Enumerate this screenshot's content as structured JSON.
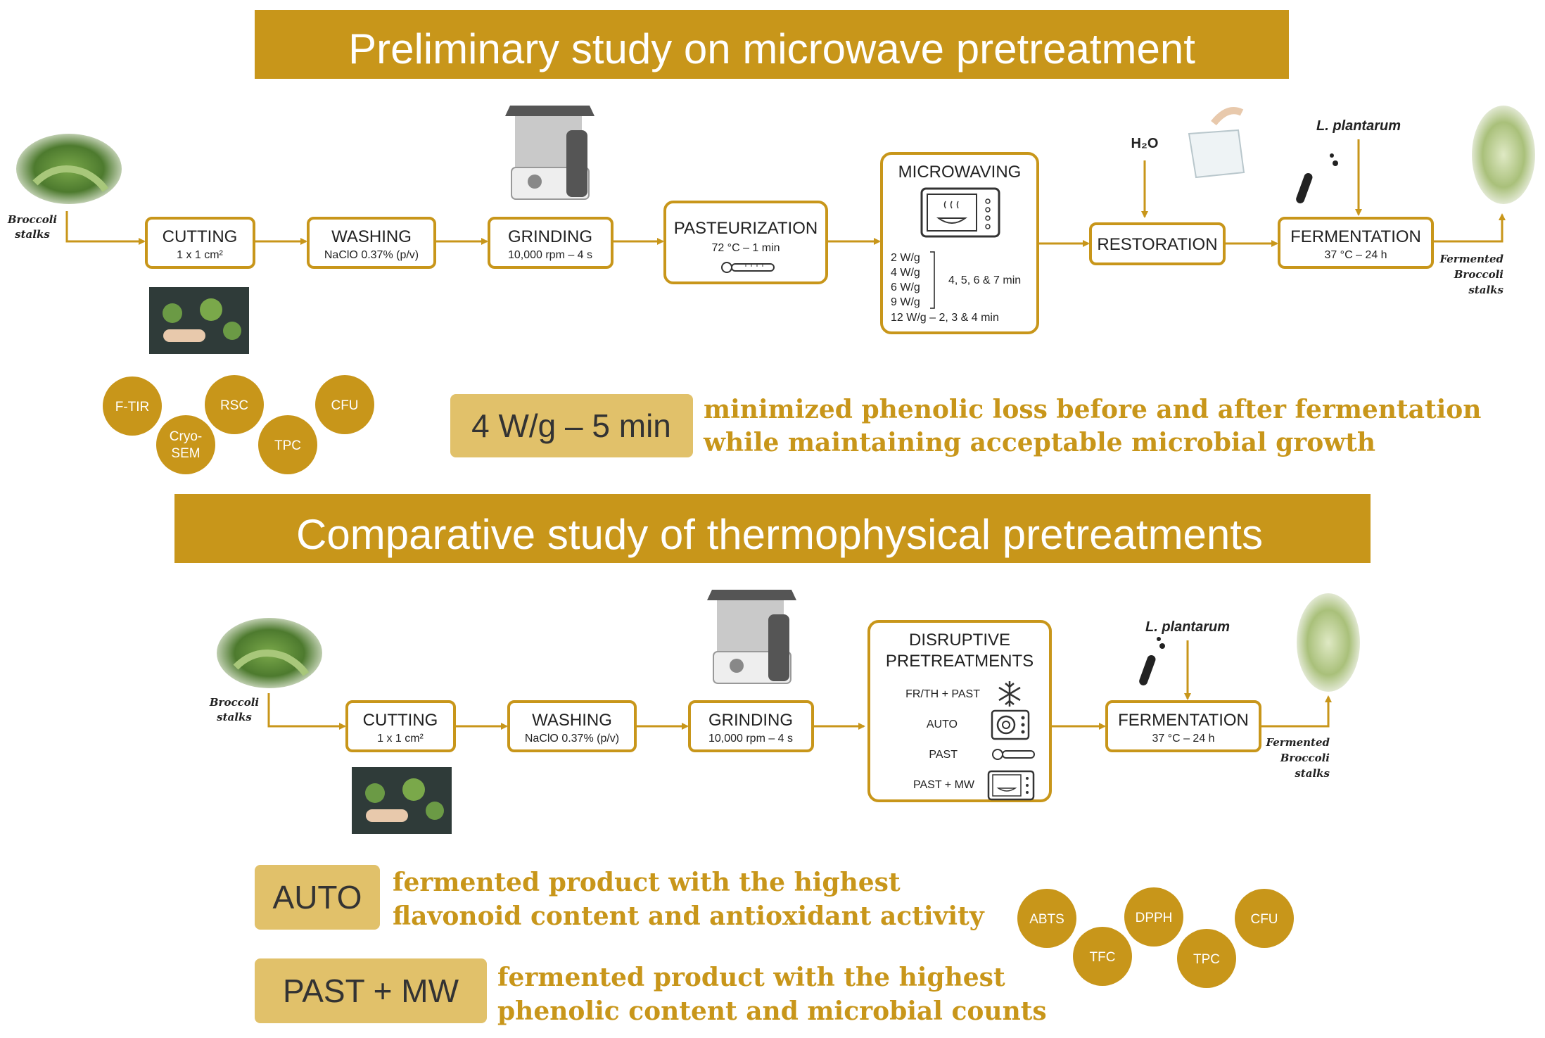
{
  "colors": {
    "gold": "#c8961a",
    "gold_light": "#e1c16a",
    "dark_text": "#222222",
    "white": "#ffffff"
  },
  "section1": {
    "title": "Preliminary study on microwave pretreatment",
    "input_label_1": "Broccoli",
    "input_label_2": "stalks",
    "output_label_1": "Fermented",
    "output_label_2": "Broccoli",
    "output_label_3": "stalks",
    "steps": [
      {
        "title": "CUTTING",
        "detail": "1 x 1 cm²"
      },
      {
        "title": "WASHING",
        "detail": "NaClO 0.37% (p/v)"
      },
      {
        "title": "GRINDING",
        "detail": "10,000 rpm – 4 s"
      },
      {
        "title": "PASTEURIZATION",
        "detail": "72 °C – 1 min"
      },
      {
        "title": "MICROWAVING",
        "detail": ""
      },
      {
        "title": "RESTORATION",
        "detail": ""
      },
      {
        "title": "FERMENTATION",
        "detail": "37 °C – 24 h"
      }
    ],
    "microwave_levels": [
      "2 W/g",
      "4 W/g",
      "6 W/g",
      "9 W/g"
    ],
    "microwave_times": "4, 5, 6 & 7 min",
    "microwave_last": "12 W/g – 2, 3 & 4 min",
    "restoration_input": "H₂O",
    "fermentation_input": "L. plantarum",
    "analyses": [
      "F-TIR",
      "RSC",
      "CFU",
      "Cryo-SEM",
      "TPC"
    ],
    "result_label": "4 W/g – 5 min",
    "result_line_1": "minimized phenolic loss before and after fermentation",
    "result_line_2": "while maintaining acceptable microbial growth"
  },
  "section2": {
    "title": "Comparative study of thermophysical pretreatments",
    "input_label_1": "Broccoli",
    "input_label_2": "stalks",
    "output_label_1": "Fermented",
    "output_label_2": "Broccoli",
    "output_label_3": "stalks",
    "steps": [
      {
        "title": "CUTTING",
        "detail": "1 x 1 cm²"
      },
      {
        "title": "WASHING",
        "detail": "NaClO 0.37% (p/v)"
      },
      {
        "title": "GRINDING",
        "detail": "10,000 rpm – 4 s"
      },
      {
        "title": "FERMENTATION",
        "detail": "37 °C – 24 h"
      }
    ],
    "disruptive_title_1": "DISRUPTIVE",
    "disruptive_title_2": "PRETREATMENTS",
    "disruptive_items": [
      "FR/TH + PAST",
      "AUTO",
      "PAST",
      "PAST + MW"
    ],
    "fermentation_input": "L. plantarum",
    "analyses": [
      "ABTS",
      "DPPH",
      "CFU",
      "TFC",
      "TPC"
    ],
    "result1_label": "AUTO",
    "result1_line_1": "fermented product with the highest",
    "result1_line_2": "flavonoid content and antioxidant activity",
    "result2_label": "PAST + MW",
    "result2_line_1": "fermented product with the highest",
    "result2_line_2": "phenolic content and microbial counts"
  }
}
